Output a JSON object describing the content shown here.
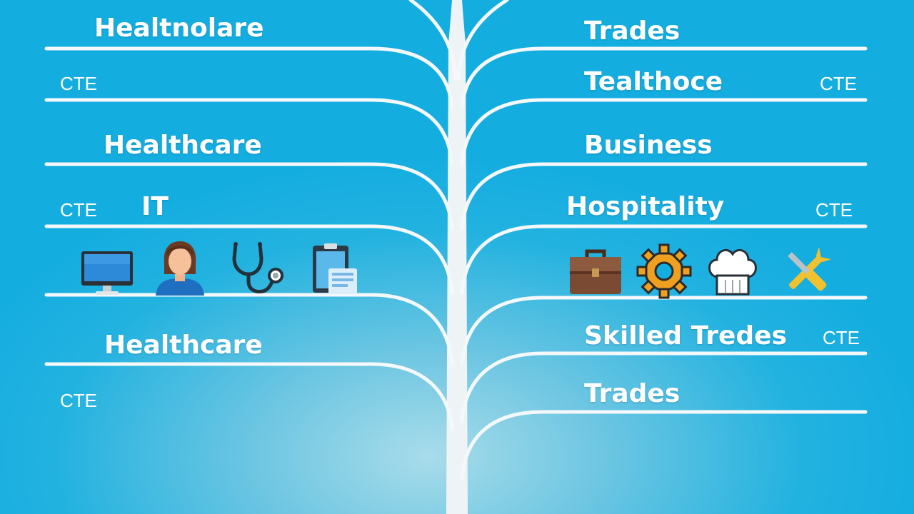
{
  "left": {
    "titles": [
      "Healtnolare",
      "Healthcare",
      "IT",
      "Healthcare"
    ],
    "tags": [
      "CTE",
      "CTE",
      "CTE"
    ],
    "icons": [
      "computer-monitor-icon",
      "person-avatar-icon",
      "stethoscope-icon",
      "clipboard-icon"
    ]
  },
  "right": {
    "titles": [
      "Trades",
      "Tealthoce",
      "Business",
      "Hospitality",
      "Skilled Tredes",
      "Trades"
    ],
    "tags": [
      "CTE",
      "CTE",
      "CTE"
    ],
    "icons": [
      "briefcase-icon",
      "gear-icon",
      "chef-hat-icon",
      "wrench-screwdriver-icon"
    ]
  },
  "colors": {
    "background": "#14ade0",
    "branch": "#f4f8fa",
    "briefcase": "#7a4a32",
    "gear": "#f0a020",
    "tools": "#f2c12e",
    "avatar_shirt": "#1f6fc0",
    "avatar_hair": "#6b3a22"
  }
}
